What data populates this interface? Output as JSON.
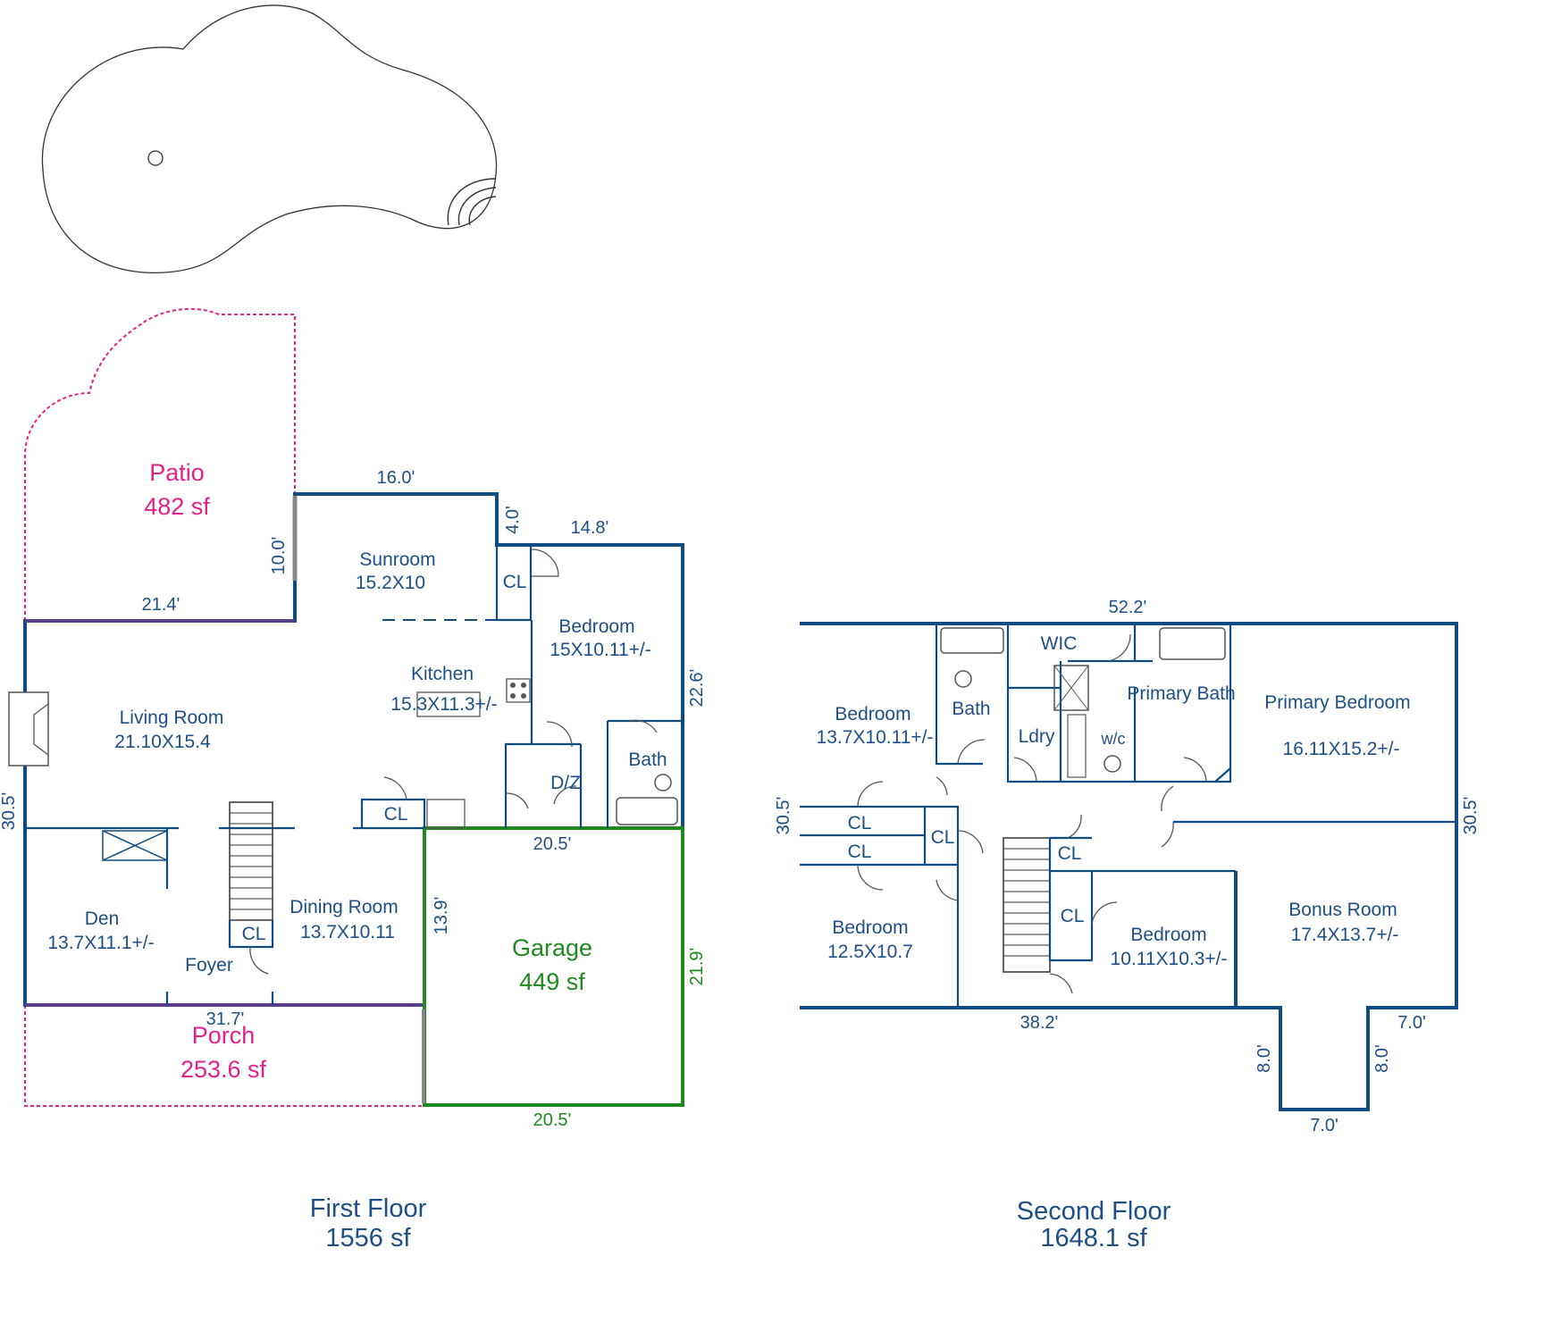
{
  "outdoor": {
    "patio": {
      "name": "Patio",
      "area": "482 sf"
    },
    "porch": {
      "name": "Porch",
      "area": "253.6 sf"
    },
    "garage": {
      "name": "Garage",
      "area": "449 sf"
    }
  },
  "first_floor": {
    "title": "First Floor",
    "area": "1556 sf",
    "rooms": {
      "sunroom": {
        "name": "Sunroom",
        "size": "15.2X10"
      },
      "bedroom": {
        "name": "Bedroom",
        "size": "15X10.11+/-"
      },
      "kitchen": {
        "name": "Kitchen",
        "size": "15.3X11.3+/-"
      },
      "living": {
        "name": "Living Room",
        "size": "21.10X15.4"
      },
      "den": {
        "name": "Den",
        "size": "13.7X11.1+/-"
      },
      "dining": {
        "name": "Dining Room",
        "size": "13.7X10.11"
      },
      "foyer": {
        "name": "Foyer"
      },
      "bath": {
        "name": "Bath"
      },
      "dz": {
        "name": "D/Z"
      },
      "cl_sun": {
        "name": "CL"
      },
      "cl_kitchen": {
        "name": "CL"
      },
      "cl_foyer": {
        "name": "CL"
      }
    },
    "dims": {
      "sun_top": "16.0'",
      "step": "4.0'",
      "bed_top": "14.8'",
      "patio_side": "10.0'",
      "patio_bottom": "21.4'",
      "right_side": "22.6'",
      "left_side": "30.5'",
      "front": "31.7'",
      "garage_top": "20.5'",
      "garage_left": "13.9'",
      "garage_right": "21.9'",
      "garage_bottom": "20.5'"
    }
  },
  "second_floor": {
    "title": "Second Floor",
    "area": "1648.1 sf",
    "rooms": {
      "bedroom_nw": {
        "name": "Bedroom",
        "size": "13.7X10.11+/-"
      },
      "bath": {
        "name": "Bath"
      },
      "wic": {
        "name": "WIC"
      },
      "ldry": {
        "name": "Ldry"
      },
      "wc": {
        "name": "w/c"
      },
      "primary_bath": {
        "name": "Primary Bath"
      },
      "primary_bedroom": {
        "name": "Primary Bedroom",
        "size": "16.11X15.2+/-"
      },
      "cl_a": {
        "name": "CL"
      },
      "cl_b": {
        "name": "CL"
      },
      "cl_c": {
        "name": "CL"
      },
      "cl_d": {
        "name": "CL"
      },
      "cl_e": {
        "name": "CL"
      },
      "bedroom_sw": {
        "name": "Bedroom",
        "size": "12.5X10.7"
      },
      "bedroom_s": {
        "name": "Bedroom",
        "size": "10.11X10.3+/-"
      },
      "bonus": {
        "name": "Bonus Room",
        "size": "17.4X13.7+/-"
      }
    },
    "dims": {
      "top": "52.2'",
      "left": "30.5'",
      "right": "30.5'",
      "bottom": "38.2'",
      "bump_right": "7.0'",
      "bump_left_side": "8.0'",
      "bump_right_side": "8.0'",
      "bump_bottom": "7.0'"
    }
  }
}
